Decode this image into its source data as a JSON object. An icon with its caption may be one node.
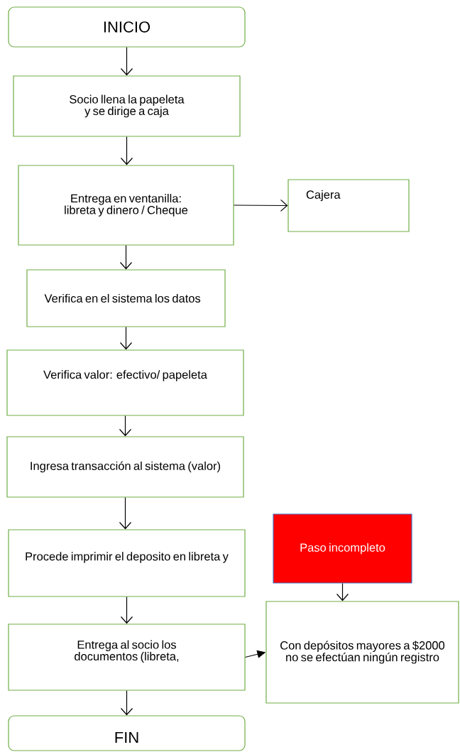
{
  "diagram": {
    "nodes": [
      {
        "text": [
          "INICIO"
        ]
      },
      {
        "text": [
          "Socio llena la papeleta y se dirige a caja"
        ]
      },
      {
        "text": [
          "Entrega en ventanilla: libreta y dinero / Cheque"
        ]
      },
      {
        "text": [
          "Cajera"
        ]
      },
      {
        "text": [
          "Verifica en el sistema los datos"
        ]
      },
      {
        "text": [
          "Verifica valor: efectivo/ papeleta"
        ]
      },
      {
        "text": [
          "Ingresa transacción al sistema (valor)"
        ]
      },
      {
        "text": [
          "Paso incompleto"
        ]
      },
      {
        "text": [
          "Procede imprimir el deposito en libreta y"
        ]
      },
      {
        "text": [
          "Entrega al socio los documentos (libreta,"
        ]
      },
      {
        "text": [
          "Con depósitos mayores a $2000 no se efectúan ningún registro"
        ]
      },
      {
        "text": [
          "FIN"
        ]
      }
    ],
    "edges": [
      {
        "from": 0,
        "to": 1,
        "arrow": "to"
      },
      {
        "from": 1,
        "to": 2,
        "arrow": "to"
      },
      {
        "from": 2,
        "to": 3,
        "arrow": "to"
      },
      {
        "from": 2,
        "to": 4,
        "arrow": "to"
      },
      {
        "from": 4,
        "to": 5,
        "arrow": "to"
      },
      {
        "from": 5,
        "to": 6,
        "arrow": "to"
      },
      {
        "from": 6,
        "to": 8,
        "arrow": "to"
      },
      {
        "from": 7,
        "to": 10,
        "arrow": "to"
      },
      {
        "from": 8,
        "to": 9,
        "arrow": "to"
      },
      {
        "from": 9,
        "to": 10,
        "arrow": "to"
      },
      {
        "from": 9,
        "to": 11,
        "arrow": "to"
      }
    ]
  }
}
